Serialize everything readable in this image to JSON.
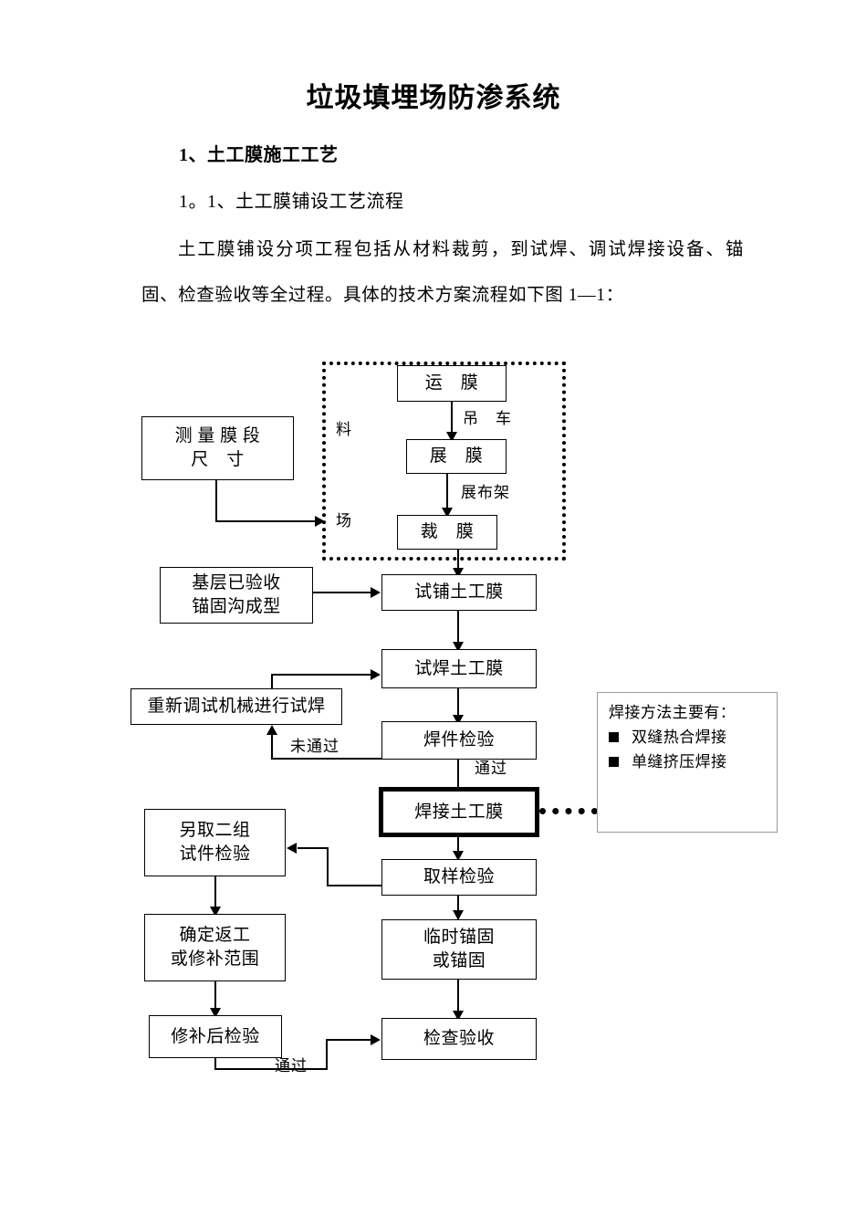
{
  "document": {
    "title": "垃圾填埋场防渗系统",
    "heading1": "1、土工膜施工工艺",
    "heading2": "1。1、土工膜铺设工艺流程",
    "paragraph": "土工膜铺设分项工程包括从材料裁剪，到试焊、调试焊接设备、锚固、检查验收等全过程。具体的技术方案流程如下图 1—1："
  },
  "flowchart": {
    "group": {
      "label_top": "料",
      "label_bottom": "场"
    },
    "nodes": {
      "measure": {
        "line1": "测 量 膜 段",
        "line2": "尺　寸"
      },
      "transport_film": {
        "line1": "运　膜"
      },
      "spread_film": {
        "line1": "展　膜"
      },
      "cut_film": {
        "line1": "裁　膜"
      },
      "base_accepted": {
        "line1": "基层已验收",
        "line2": "锚固沟成型"
      },
      "trial_lay": {
        "line1": "试铺土工膜"
      },
      "trial_weld": {
        "line1": "试焊土工膜"
      },
      "readjust": {
        "line1": "重新调试机械进行试焊"
      },
      "weld_inspect": {
        "line1": "焊件检验"
      },
      "weld_film": {
        "line1": "焊接土工膜"
      },
      "sampling_inspect": {
        "line1": "取样检验"
      },
      "second_group": {
        "line1": "另取二组",
        "line2": "试件检验"
      },
      "rework_scope": {
        "line1": "确定返工",
        "line2": "或修补范围"
      },
      "temp_anchor": {
        "line1": "临时锚固",
        "line2": "或锚固"
      },
      "post_repair_inspect": {
        "line1": "修补后检验"
      },
      "final_acceptance": {
        "line1": "检查验收"
      }
    },
    "edge_labels": {
      "crane": "吊　车",
      "spread_rack": "展布架",
      "fail": "未通过",
      "pass_weld": "通过",
      "pass_repair": "通过"
    },
    "note": {
      "title": "焊接方法主要有：",
      "items": [
        "双缝热合焊接",
        "单缝挤压焊接"
      ]
    }
  }
}
